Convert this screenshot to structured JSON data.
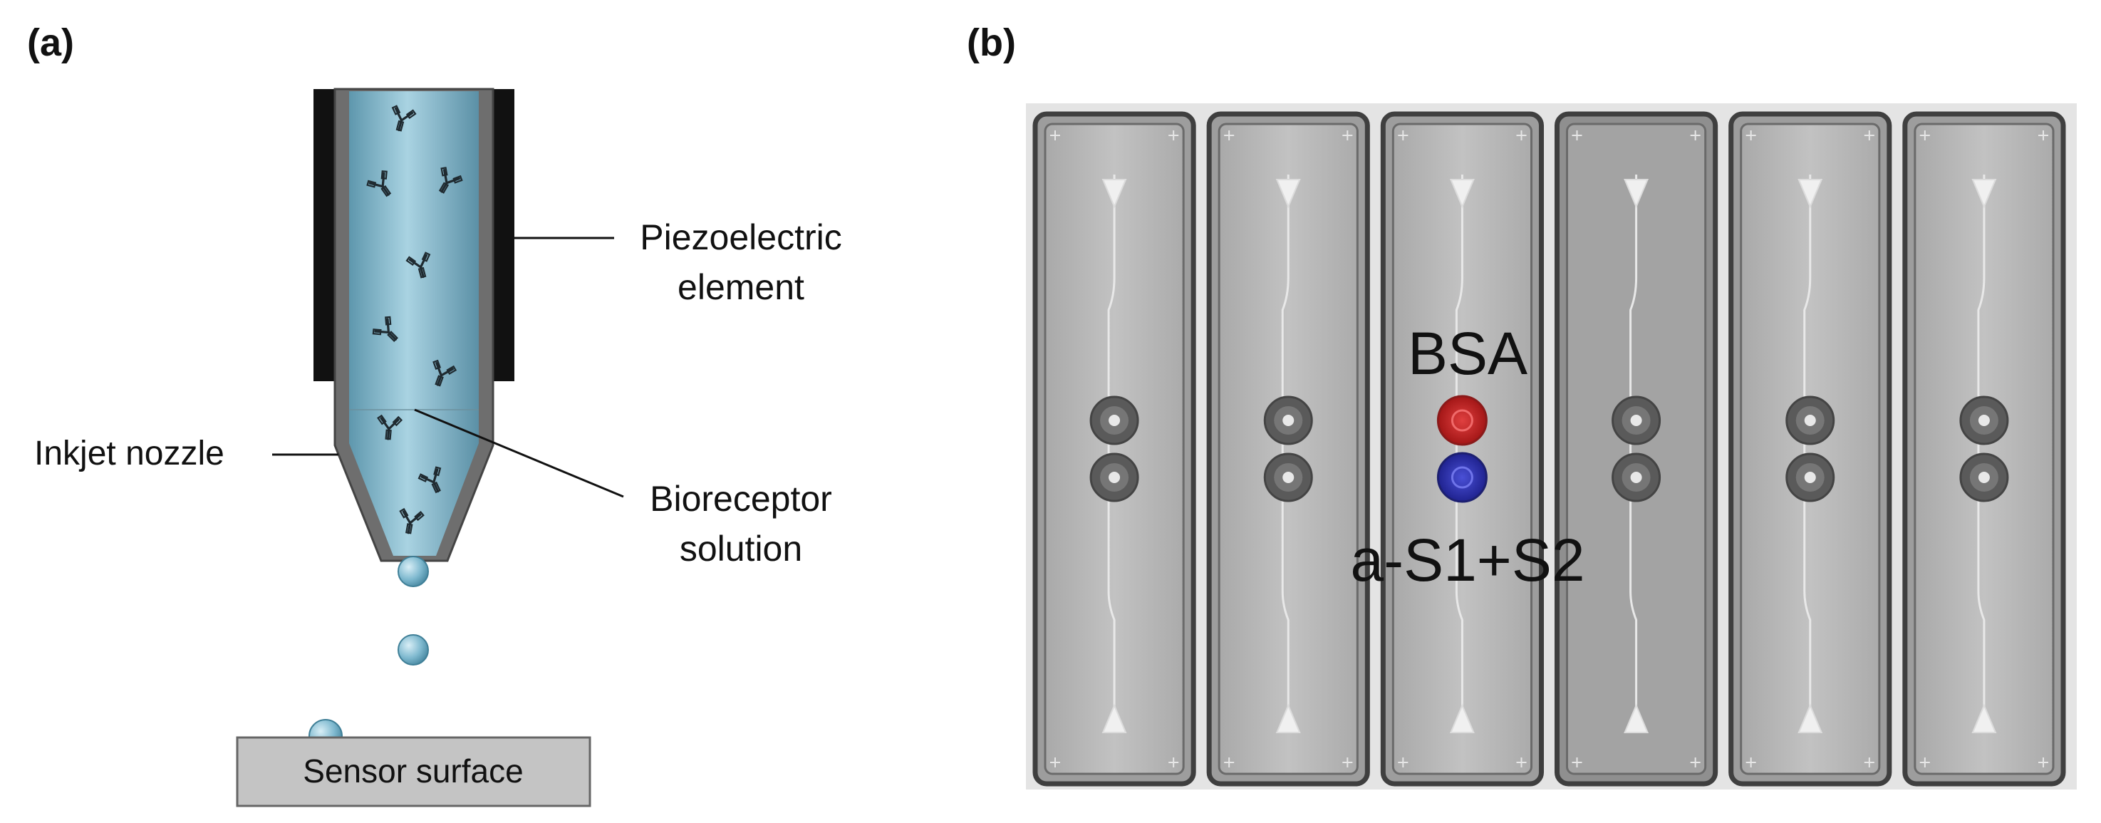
{
  "panel_a": {
    "label": "(a)",
    "annotations": {
      "piezo_line1": "Piezoelectric",
      "piezo_line2": "element",
      "nozzle": "Inkjet nozzle",
      "bioreceptor_line1": "Bioreceptor",
      "bioreceptor_line2": "solution",
      "sensor": "Sensor surface"
    }
  },
  "panel_b": {
    "label": "(b)",
    "chip_count": 6,
    "spot_labels": {
      "top": "BSA",
      "bottom": "a-S1+S2"
    },
    "spot_colors": {
      "top": "#c81e1e",
      "bottom": "#2a2fb0"
    }
  },
  "colors": {
    "solution": "#8fc3d6",
    "piezo": "#111111",
    "nozzle_wall": "#6e6e6e",
    "chip_frame": "#4a4a4a",
    "chip_fill": "#b9b9b9",
    "sensor_surface": "#c4c4c4"
  }
}
